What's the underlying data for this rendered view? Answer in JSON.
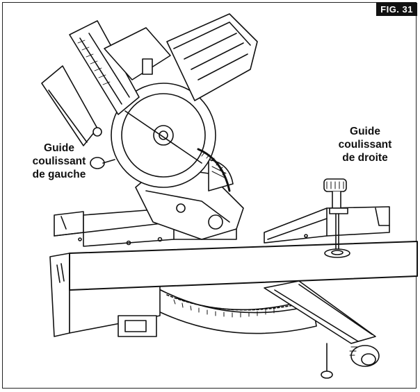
{
  "figure": {
    "tag": "FIG. 31",
    "left_guide_label": [
      "Guide",
      "coulissant",
      "de gauche"
    ],
    "right_guide_label": [
      "Guide",
      "coulissant",
      "de droite"
    ]
  },
  "colors": {
    "ink": "#111111",
    "paper": "#ffffff"
  },
  "illustration": {
    "name": "miter-saw-line-drawing"
  }
}
